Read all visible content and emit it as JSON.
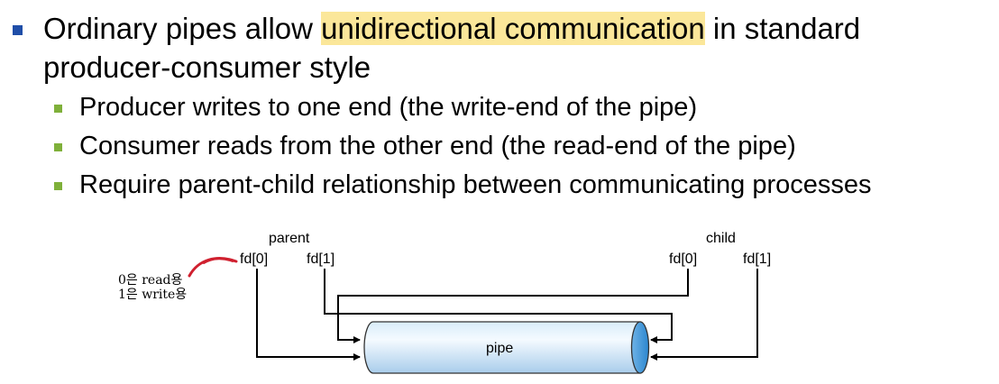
{
  "main_bullet": {
    "text_before": "Ordinary pipes allow ",
    "highlight": "unidirectional communication",
    "text_after": " in standard producer-consumer style"
  },
  "sub_bullets": [
    "Producer writes to one end (the write-end of the pipe)",
    "Consumer reads from the other end (the read-end of the pipe)",
    "Require parent-child relationship between communicating processes"
  ],
  "diagram": {
    "parent_label": "parent",
    "child_label": "child",
    "parent_fd0": "fd[0]",
    "parent_fd1": "fd[1]",
    "child_fd0": "fd[0]",
    "child_fd1": "fd[1]",
    "pipe_label": "pipe",
    "note_line1": "0은 read용",
    "note_line2": "1은 write용"
  },
  "colors": {
    "main_bullet": "#1f4ea8",
    "sub_bullet": "#7fb03a",
    "highlight": "#fbe79a",
    "annotation": "#d0202f"
  }
}
